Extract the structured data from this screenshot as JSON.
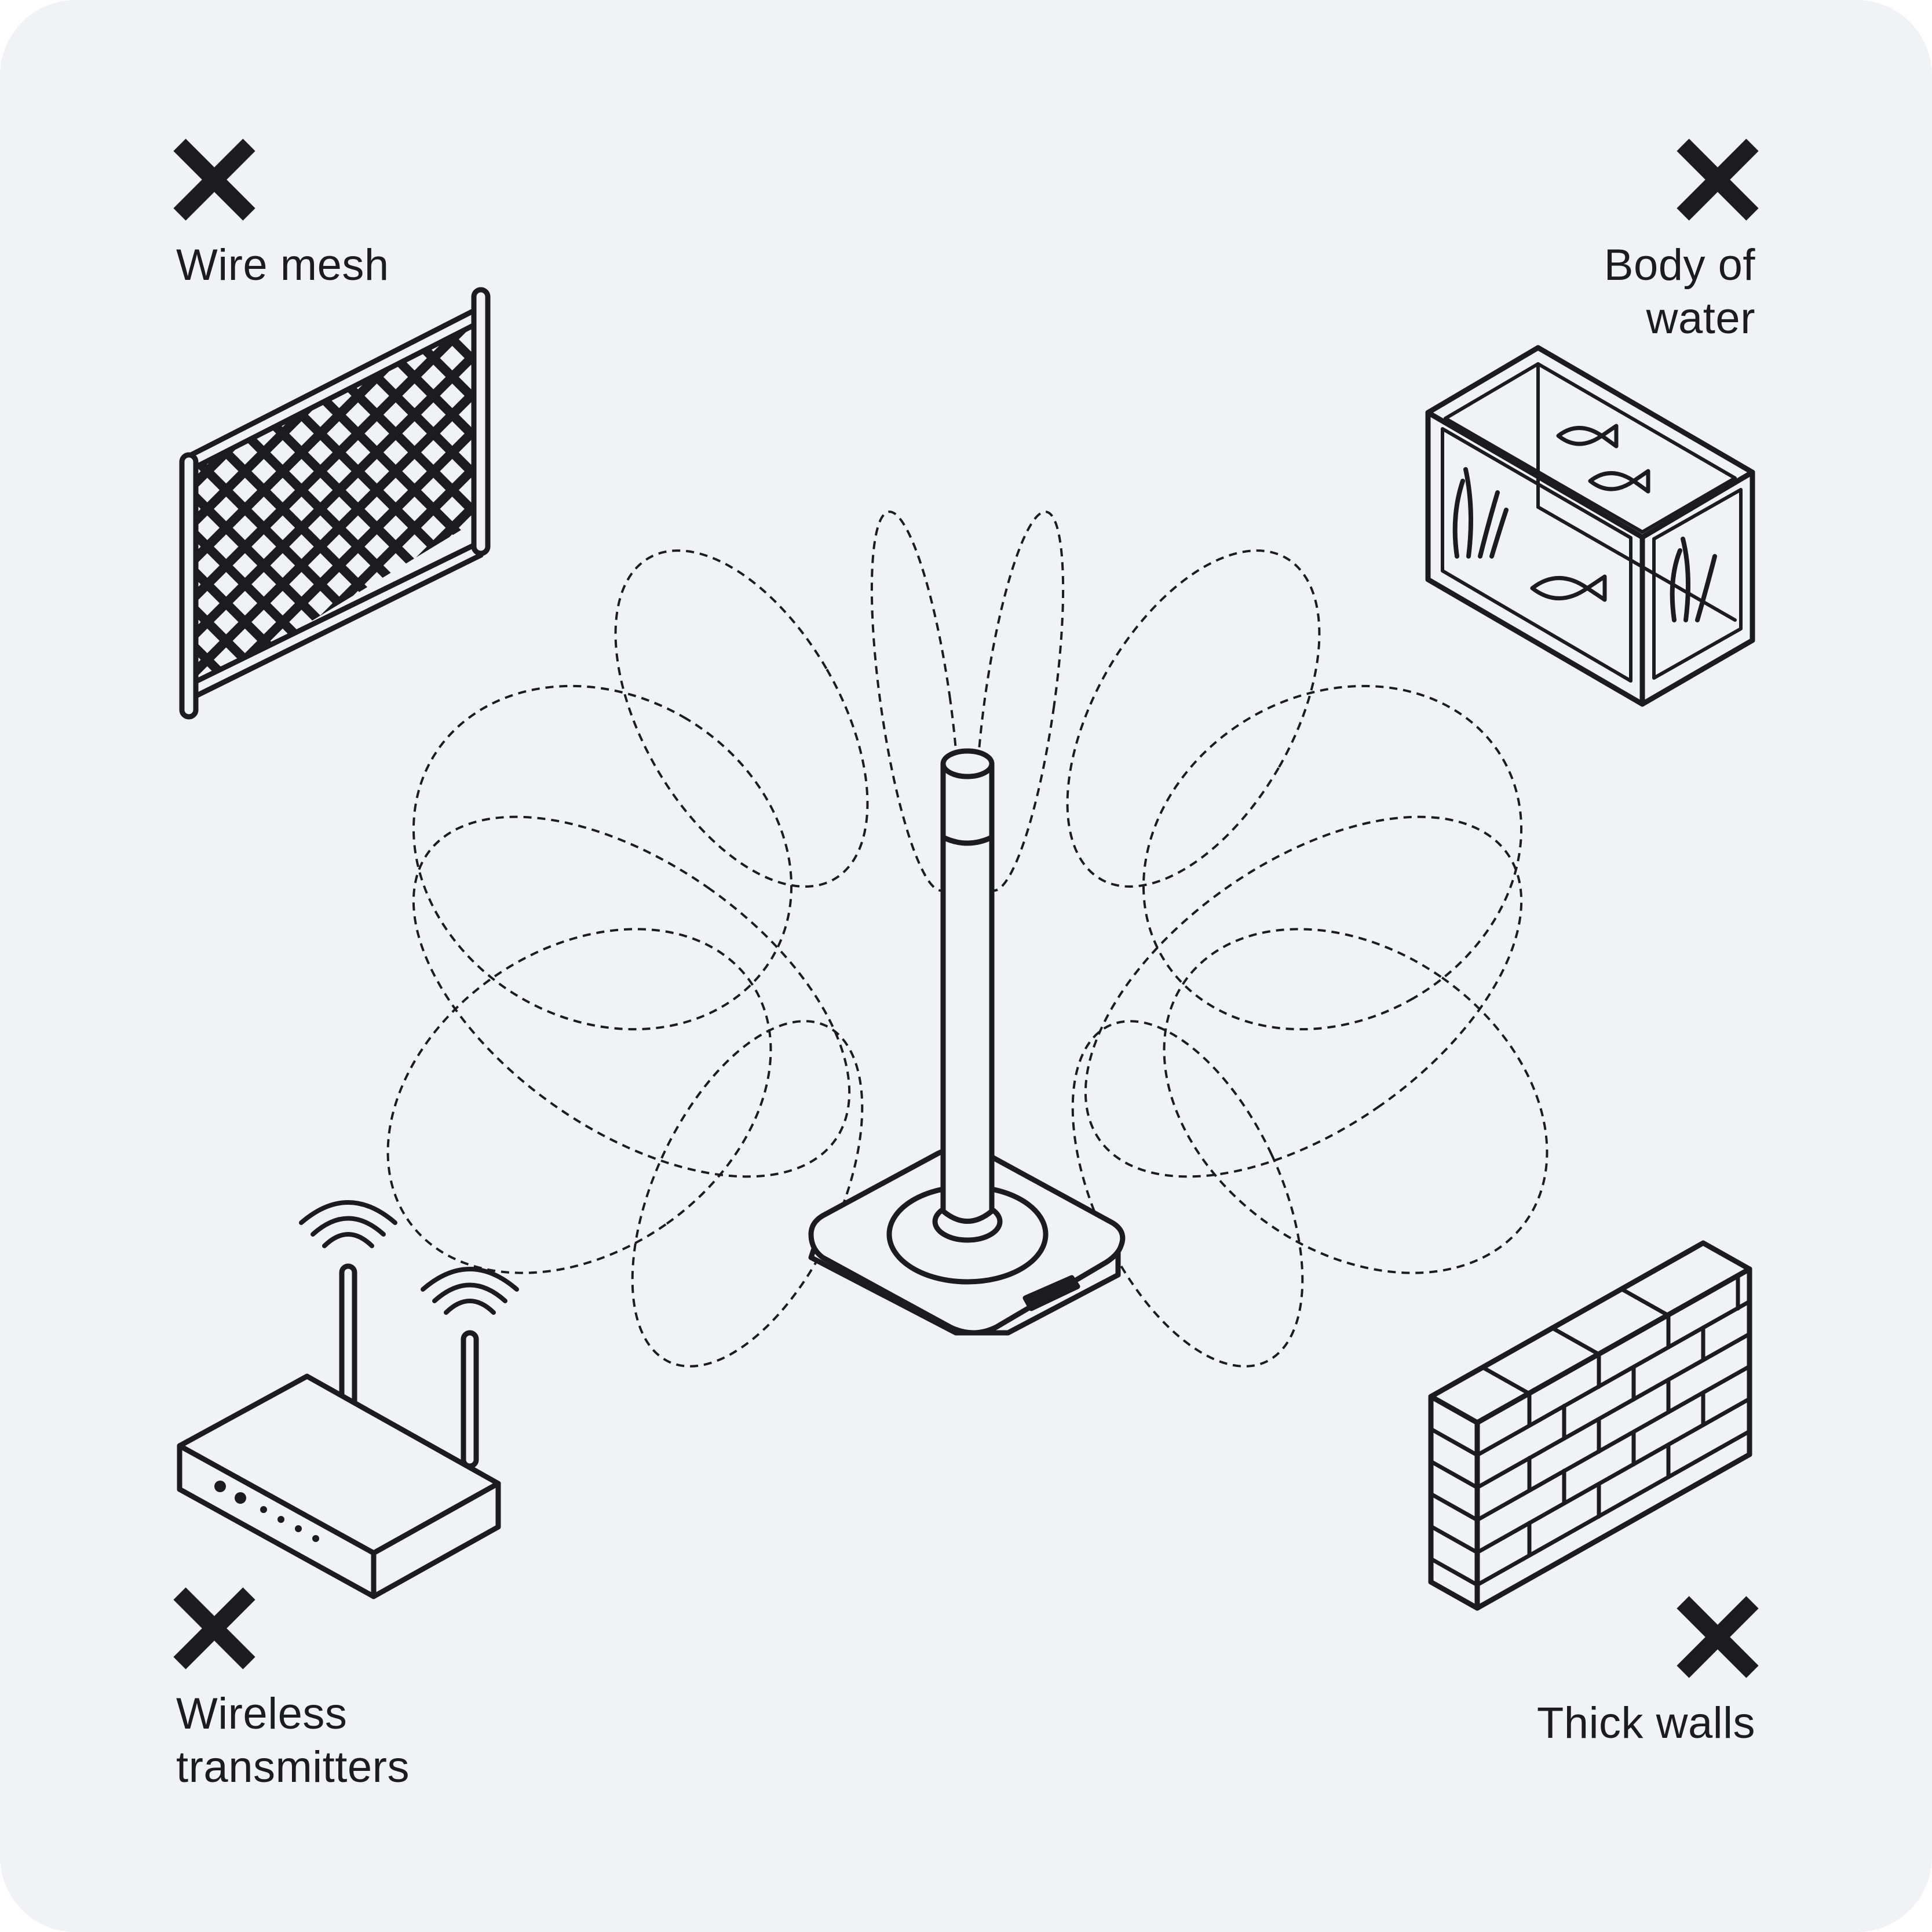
{
  "colors": {
    "background": "#f1f2f6",
    "ink": "#1c1c20"
  },
  "central_device": {
    "icon": "antenna-tower-icon"
  },
  "obstacles": [
    {
      "id": "wire-mesh",
      "icon": "wire-mesh-icon",
      "mark": "x-icon",
      "lines": [
        "Wire mesh"
      ]
    },
    {
      "id": "body-of-water",
      "icon": "aquarium-icon",
      "mark": "x-icon",
      "lines": [
        "Body of",
        "water"
      ]
    },
    {
      "id": "wireless-transmitters",
      "icon": "wifi-router-icon",
      "mark": "x-icon",
      "lines": [
        "Wireless",
        "transmitters"
      ]
    },
    {
      "id": "thick-walls",
      "icon": "brick-wall-icon",
      "mark": "x-icon",
      "lines": [
        "Thick walls"
      ]
    }
  ]
}
